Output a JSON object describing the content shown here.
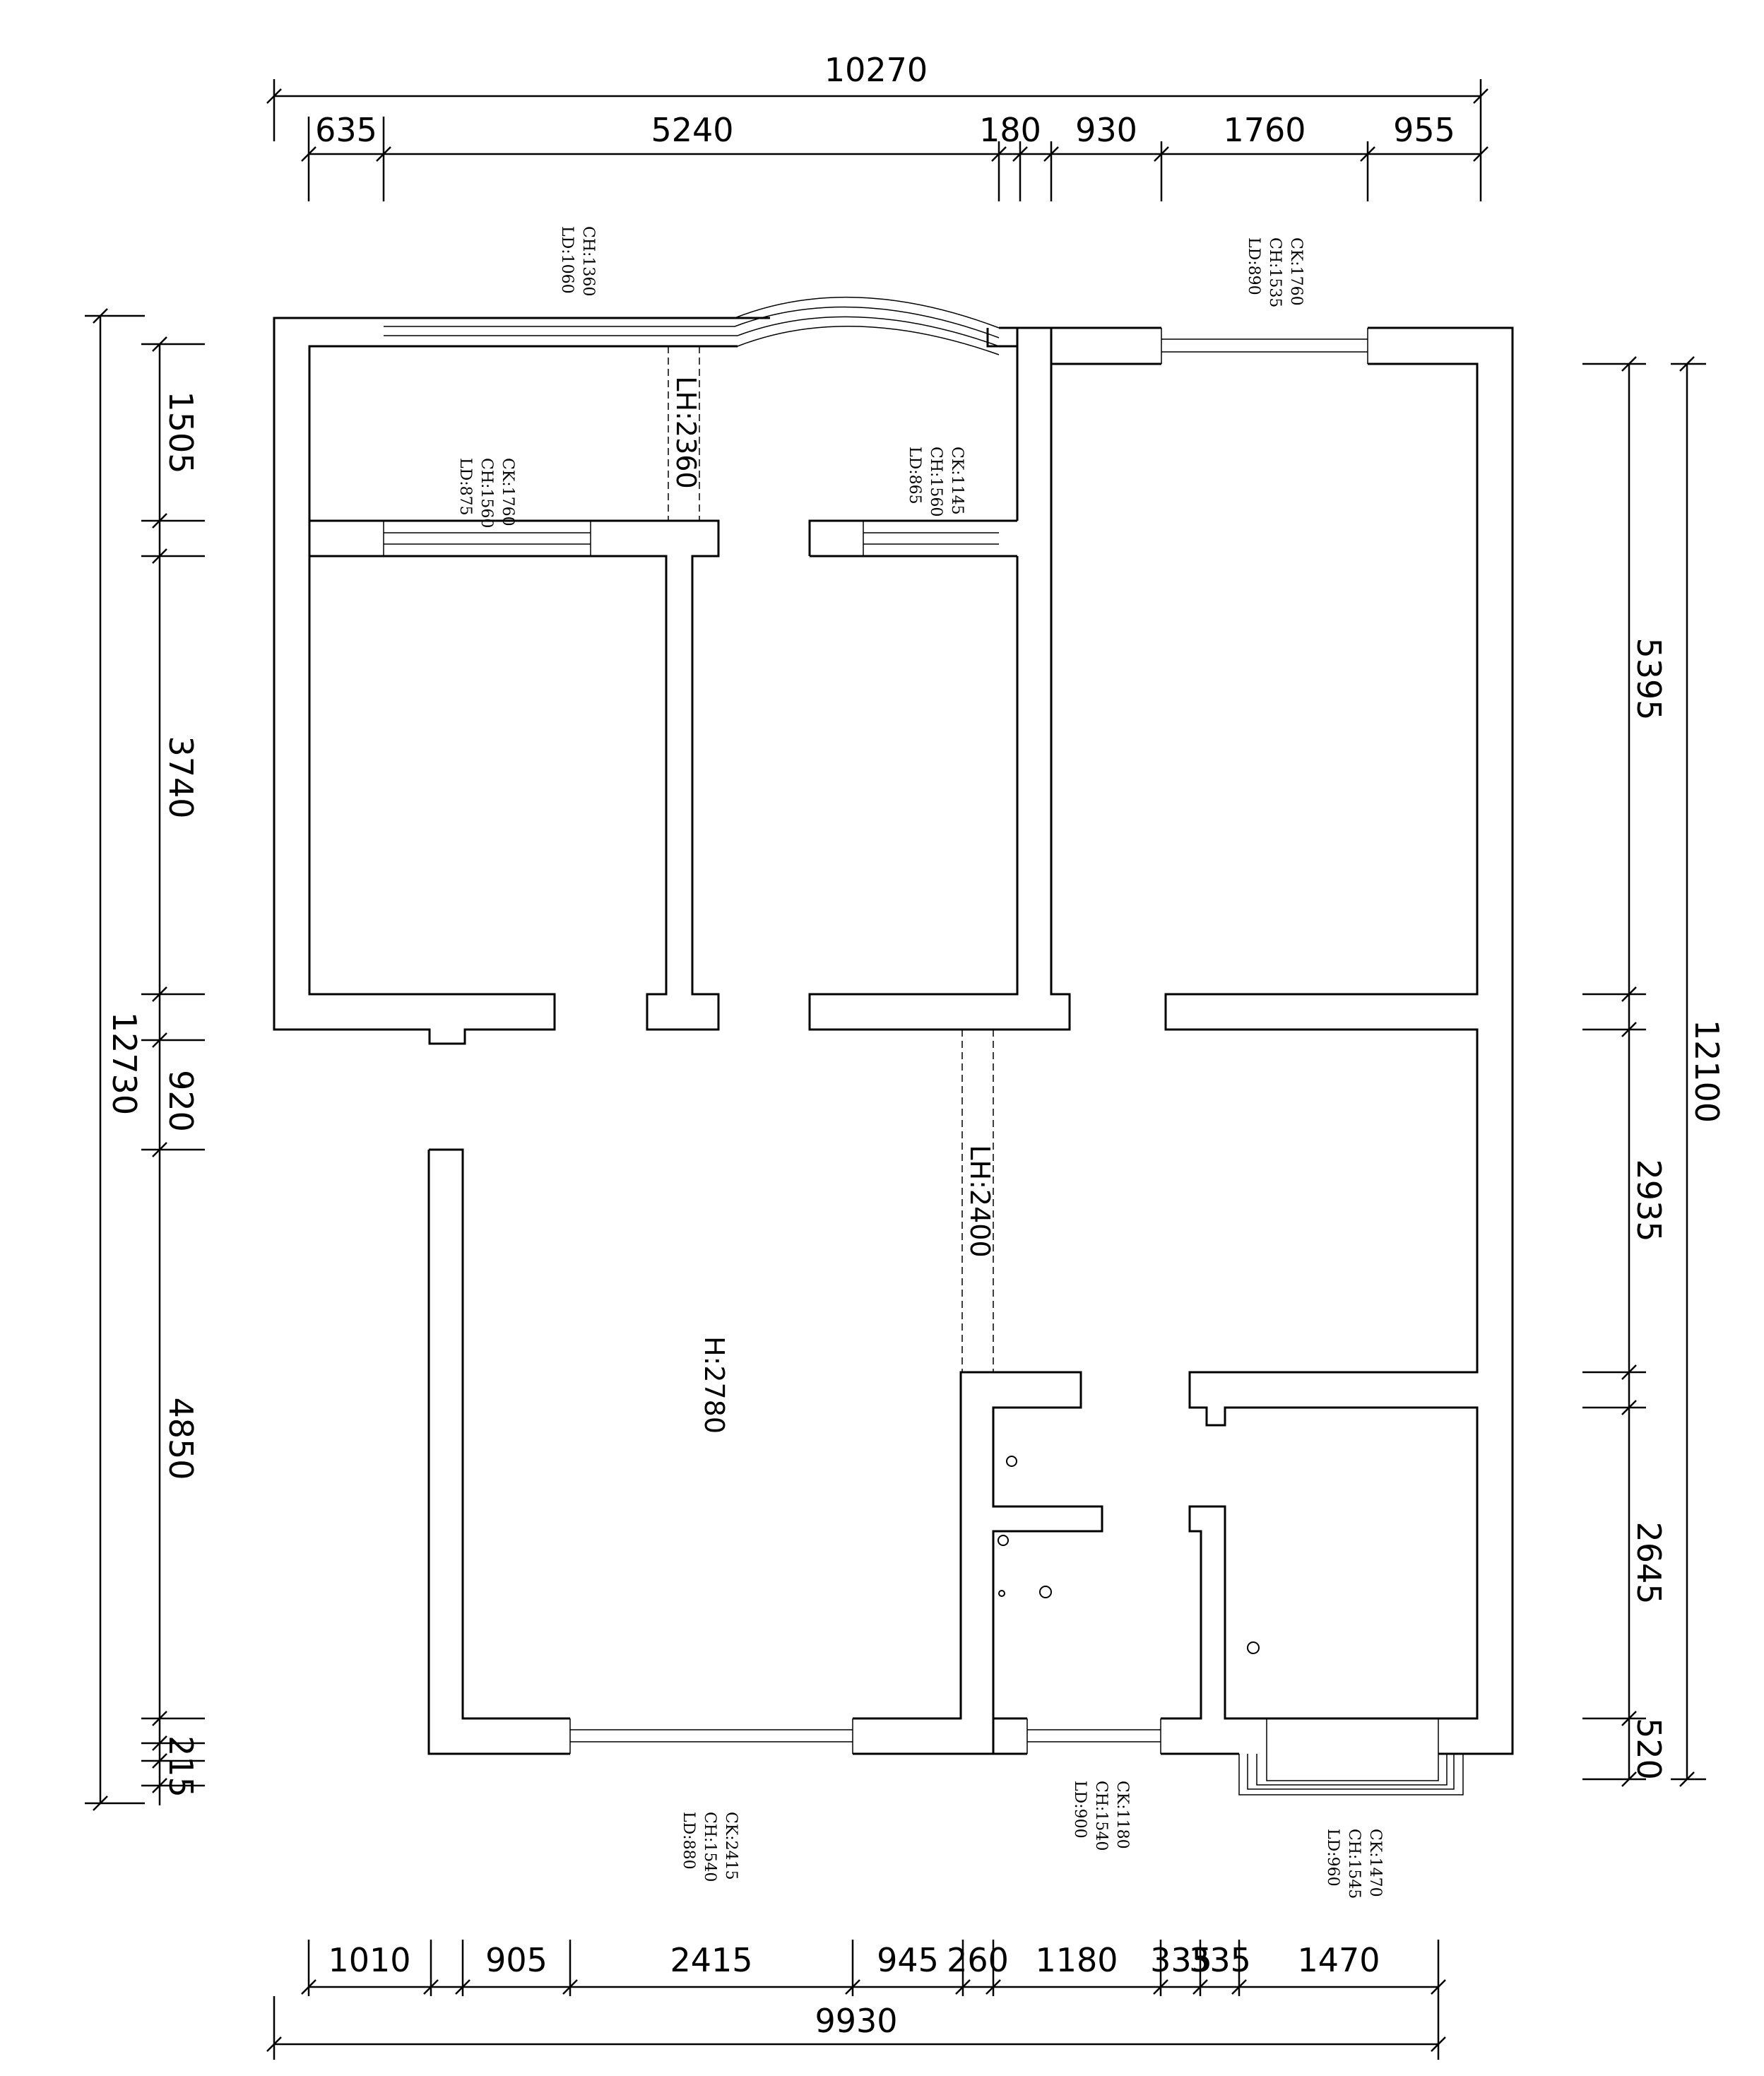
{
  "top_dims": {
    "total": "10270",
    "segments": [
      "635",
      "5240",
      "180",
      "930",
      "1760",
      "955"
    ]
  },
  "bottom_dims": {
    "total": "9930",
    "segments": [
      "1010",
      "905",
      "2415",
      "945",
      "260",
      "1180",
      "335",
      "335",
      "1470"
    ]
  },
  "left_dims": {
    "total": "12730",
    "segments": [
      "1505",
      "3740",
      "920",
      "4850",
      "215"
    ]
  },
  "right_dims": {
    "total": "12100",
    "segments": [
      "5395",
      "2935",
      "2645",
      "520"
    ]
  },
  "window_notes": {
    "w_top_left": [
      "CH:1360",
      "LD:1060"
    ],
    "w_top_right": [
      "CK:1760",
      "CH:1535",
      "LD:890"
    ],
    "w_room_left": [
      "CK:1760",
      "CH:1560",
      "LD:875"
    ],
    "w_room_mid": [
      "CK:1145",
      "CH:1560",
      "LD:865"
    ],
    "w_bot_living": [
      "CK:2415",
      "CH:1540",
      "LD:880"
    ],
    "w_bot_bath": [
      "CK:1180",
      "CH:1540",
      "LD:900"
    ],
    "w_bot_right": [
      "CK:1470",
      "CH:1545",
      "LD:960"
    ]
  },
  "heights": {
    "beam_top": "LH:2360",
    "beam_mid": "LH:2400",
    "ceiling": "H:2780"
  },
  "colors": {
    "line": "#000000",
    "background": "#ffffff"
  }
}
